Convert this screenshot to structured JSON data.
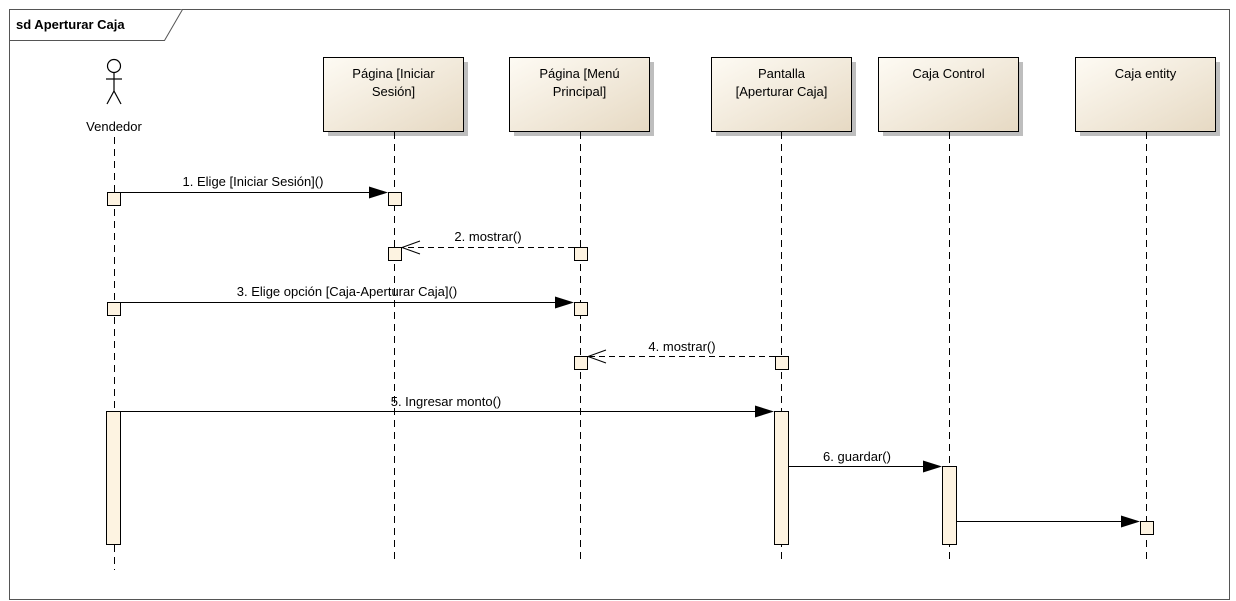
{
  "frame": {
    "title": "sd Aperturar Caja"
  },
  "actor": {
    "name": "Vendedor"
  },
  "lifelines": [
    {
      "id": "pagina-iniciar-sesion",
      "label_lines": [
        "Página [Iniciar",
        "Sesión]"
      ]
    },
    {
      "id": "pagina-menu-principal",
      "label_lines": [
        "Página [Menú",
        "Principal]"
      ]
    },
    {
      "id": "pantalla-aperturar-caja",
      "label_lines": [
        "Pantalla",
        "[Aperturar Caja]"
      ]
    },
    {
      "id": "caja-control",
      "label_lines": [
        "Caja Control"
      ]
    },
    {
      "id": "caja-entity",
      "label_lines": [
        "Caja entity"
      ]
    }
  ],
  "messages": [
    {
      "label": "1. Elige [Iniciar Sesión]()",
      "kind": "sync"
    },
    {
      "label": "2. mostrar()",
      "kind": "return"
    },
    {
      "label": "3. Elige opción [Caja-Aperturar Caja]()",
      "kind": "sync"
    },
    {
      "label": "4. mostrar()",
      "kind": "return"
    },
    {
      "label": "5. Ingresar monto()",
      "kind": "sync"
    },
    {
      "label": "6. guardar()",
      "kind": "sync"
    },
    {
      "label": "",
      "kind": "sync"
    }
  ],
  "colors": {
    "box_fill_light": "#fdf8ee",
    "box_fill_dark": "#e8dcc8",
    "activation_fill": "#fdf3e1",
    "stroke": "#000000",
    "frame_stroke": "#555555"
  }
}
